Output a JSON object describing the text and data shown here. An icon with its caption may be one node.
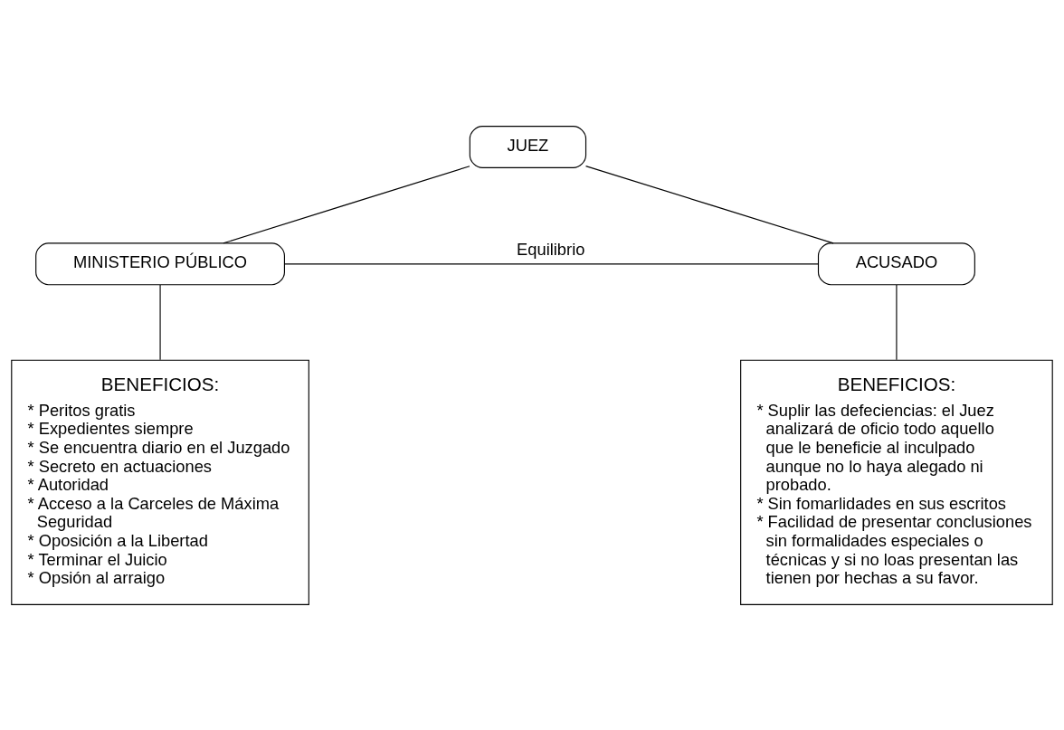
{
  "diagram": {
    "nodes": [
      {
        "text": [
          "JUEZ"
        ]
      },
      {
        "text": [
          "MINISTERIO PÚBLICO"
        ]
      },
      {
        "text": [
          "ACUSADO"
        ]
      },
      {
        "text": [
          "BENEFICIOS:",
          "* Peritos gratis",
          "* Expedientes siempre",
          "* Se encuentra diario en el Juzgado",
          "* Secreto en actuaciones",
          "* Autoridad",
          "* Acceso a la Carceles de Máxima Seguridad",
          "* Oposición a la Libertad",
          "* Terminar el Juicio",
          "* Opsión al arraigo"
        ]
      },
      {
        "text": [
          "BENEFICIOS:",
          "* Suplir las defeciencias: el Juez analizará de oficio todo aquello que le beneficie al inculpado aunque no lo haya alegado ni probado.",
          "* Sin fomarlidades en sus escritos",
          "* Facilidad de presentar conclusiones sin formalidades especiales o técnicas y si no loas presentan las tienen por hechas a su favor."
        ]
      }
    ],
    "edges": [
      {
        "from": 0,
        "to": 1,
        "arrow": "none"
      },
      {
        "from": 0,
        "to": 2,
        "arrow": "none"
      },
      {
        "from": 1,
        "to": 2,
        "arrow": "none",
        "label": "Equilibrio"
      },
      {
        "from": 1,
        "to": 3,
        "arrow": "none"
      },
      {
        "from": 2,
        "to": 4,
        "arrow": "none"
      }
    ]
  }
}
